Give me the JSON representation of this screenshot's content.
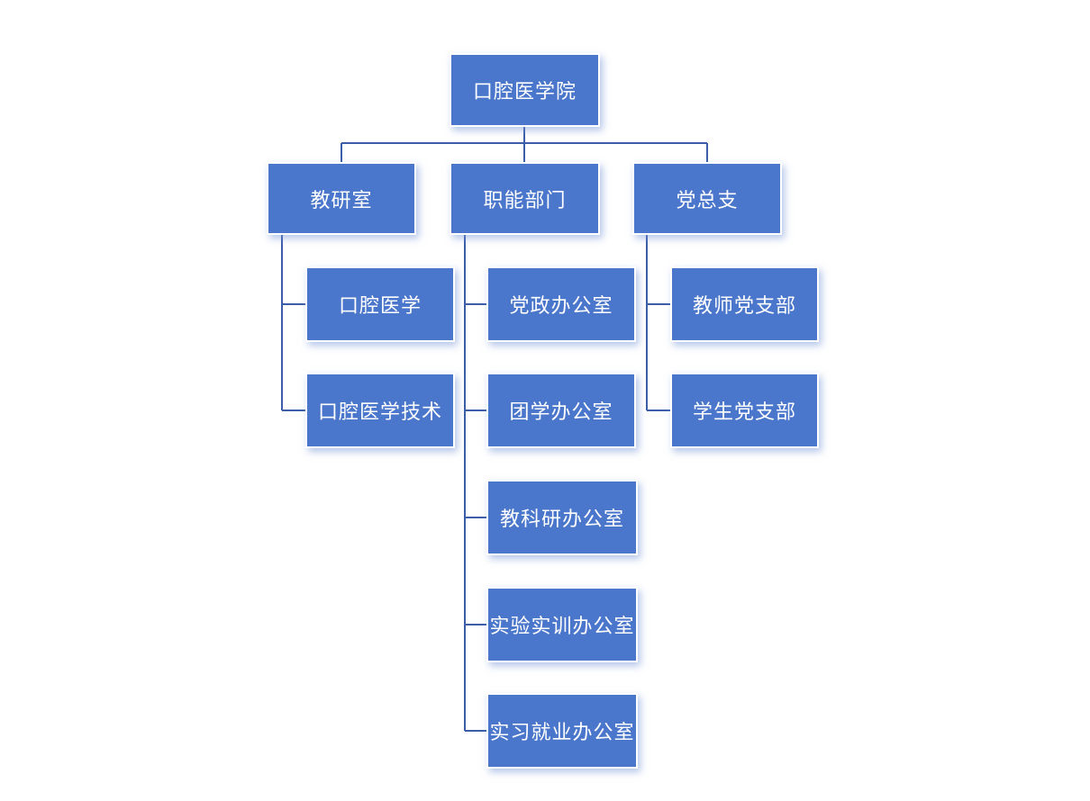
{
  "diagram": {
    "type": "organization-chart",
    "root": {
      "label": "口腔医学院",
      "children": [
        {
          "label": "教研室",
          "children": [
            {
              "label": "口腔医学"
            },
            {
              "label": "口腔医学技术"
            }
          ]
        },
        {
          "label": "职能部门",
          "children": [
            {
              "label": "党政办公室"
            },
            {
              "label": "团学办公室"
            },
            {
              "label": "教科研办公室"
            },
            {
              "label": "实验实训办公室"
            },
            {
              "label": "实习就业办公室"
            }
          ]
        },
        {
          "label": "党总支",
          "children": [
            {
              "label": "教师党支部"
            },
            {
              "label": "学生党支部"
            }
          ]
        }
      ]
    },
    "colors": {
      "background": "#FFFFFF",
      "node_fill": "#4A76CB",
      "node_border": "#FFFFFF",
      "node_text": "#FFFFFF",
      "connector": "#3C5EA8"
    }
  }
}
